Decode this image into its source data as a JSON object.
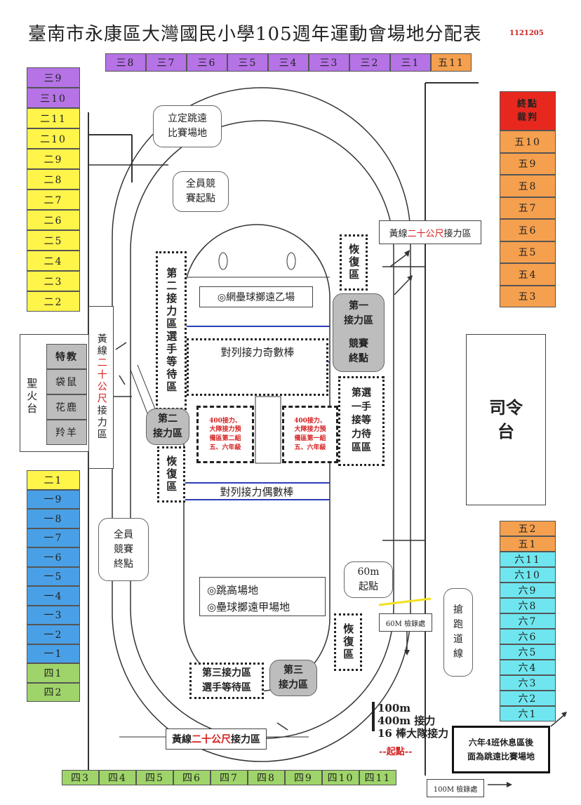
{
  "header": {
    "title": "臺南市永康區大灣國民小學105週年運動會場地分配表",
    "code": "1121205"
  },
  "top_row": [
    "三8",
    "三7",
    "三6",
    "三5",
    "三4",
    "三3",
    "三2",
    "三1",
    "五11"
  ],
  "left_col_top": [
    "三9",
    "三10",
    "二11",
    "二10",
    "二9",
    "二8",
    "二7",
    "二6",
    "二5",
    "二4",
    "二3",
    "二2"
  ],
  "left_col_bottom": [
    "二1",
    "一9",
    "一8",
    "一7",
    "一6",
    "一5",
    "一4",
    "一3",
    "一2",
    "一1",
    "四1",
    "四2"
  ],
  "right_col_top": {
    "judge": "終點\n裁判",
    "cells": [
      "五10",
      "五9",
      "五8",
      "五7",
      "五6",
      "五5",
      "五4",
      "五3"
    ]
  },
  "right_col_bottom": [
    "五2",
    "五1",
    "六11",
    "六10",
    "六9",
    "六8",
    "六7",
    "六6",
    "六5",
    "六4",
    "六3",
    "六2",
    "六1"
  ],
  "bottom_row": [
    "四3",
    "四4",
    "四5",
    "四6",
    "四7",
    "四8",
    "四9",
    "四10",
    "四11"
  ],
  "torch": {
    "label": "聖火台",
    "items": [
      "特教",
      "袋鼠",
      "花鹿",
      "羚羊"
    ]
  },
  "labels": {
    "long_jump": "立定跳遠\n比賽場地",
    "all_start": "全員競\n賽起點",
    "all_finish": "全員\n競賽\n終點",
    "second_wait": "第二接力區選手等待區",
    "second_zone": "第二\n接力區",
    "recover": "恢復區",
    "first_zone_a": "第一\n接力區",
    "first_zone_b": "競賽\n終點",
    "first_wait": "第選\n一手\n接等\n力待\n區區",
    "net_b": "◎網壘球擲遠乙場",
    "odd_rod": "對列接力奇數棒",
    "even_rod": "對列接力偶數棒",
    "relay_prep_2": "400接力、\n大隊接力預\n備區第二組\n五、六年級",
    "relay_prep_1": "400接力、\n大隊接力預\n備區第一組\n五、六年級",
    "high_jump": "◎跳高場地",
    "softball_a": "◎壘球擲遠甲場地",
    "sixty_start": "60m\n起點",
    "sixty_check": "60M 檢錄處",
    "false_start": "搶\n跑\n道\n線",
    "third_wait": "第三接力區\n選手等待區",
    "third_zone": "第三\n接力區",
    "yellow_relay_right_pre": "黃線",
    "yellow_relay_right_red": "二十公尺",
    "yellow_relay_right_post": "接力區",
    "yellow_relay_left_pre": "黃線",
    "yellow_relay_left_red": "二十公尺",
    "yellow_relay_left_post": "接力區",
    "yellow_relay_bottom_pre": "黃線",
    "yellow_relay_bottom_red": "二十公尺",
    "yellow_relay_bottom_post": "接力區",
    "start_info": "100m\n400m 接力\n16 棒大隊接力",
    "start_point": "--起點--",
    "podium": "司令\n台",
    "rest_area": "六年4班休息區後\n面為跳遠比賽場地",
    "hundred_check": "100M 檢錄處"
  }
}
